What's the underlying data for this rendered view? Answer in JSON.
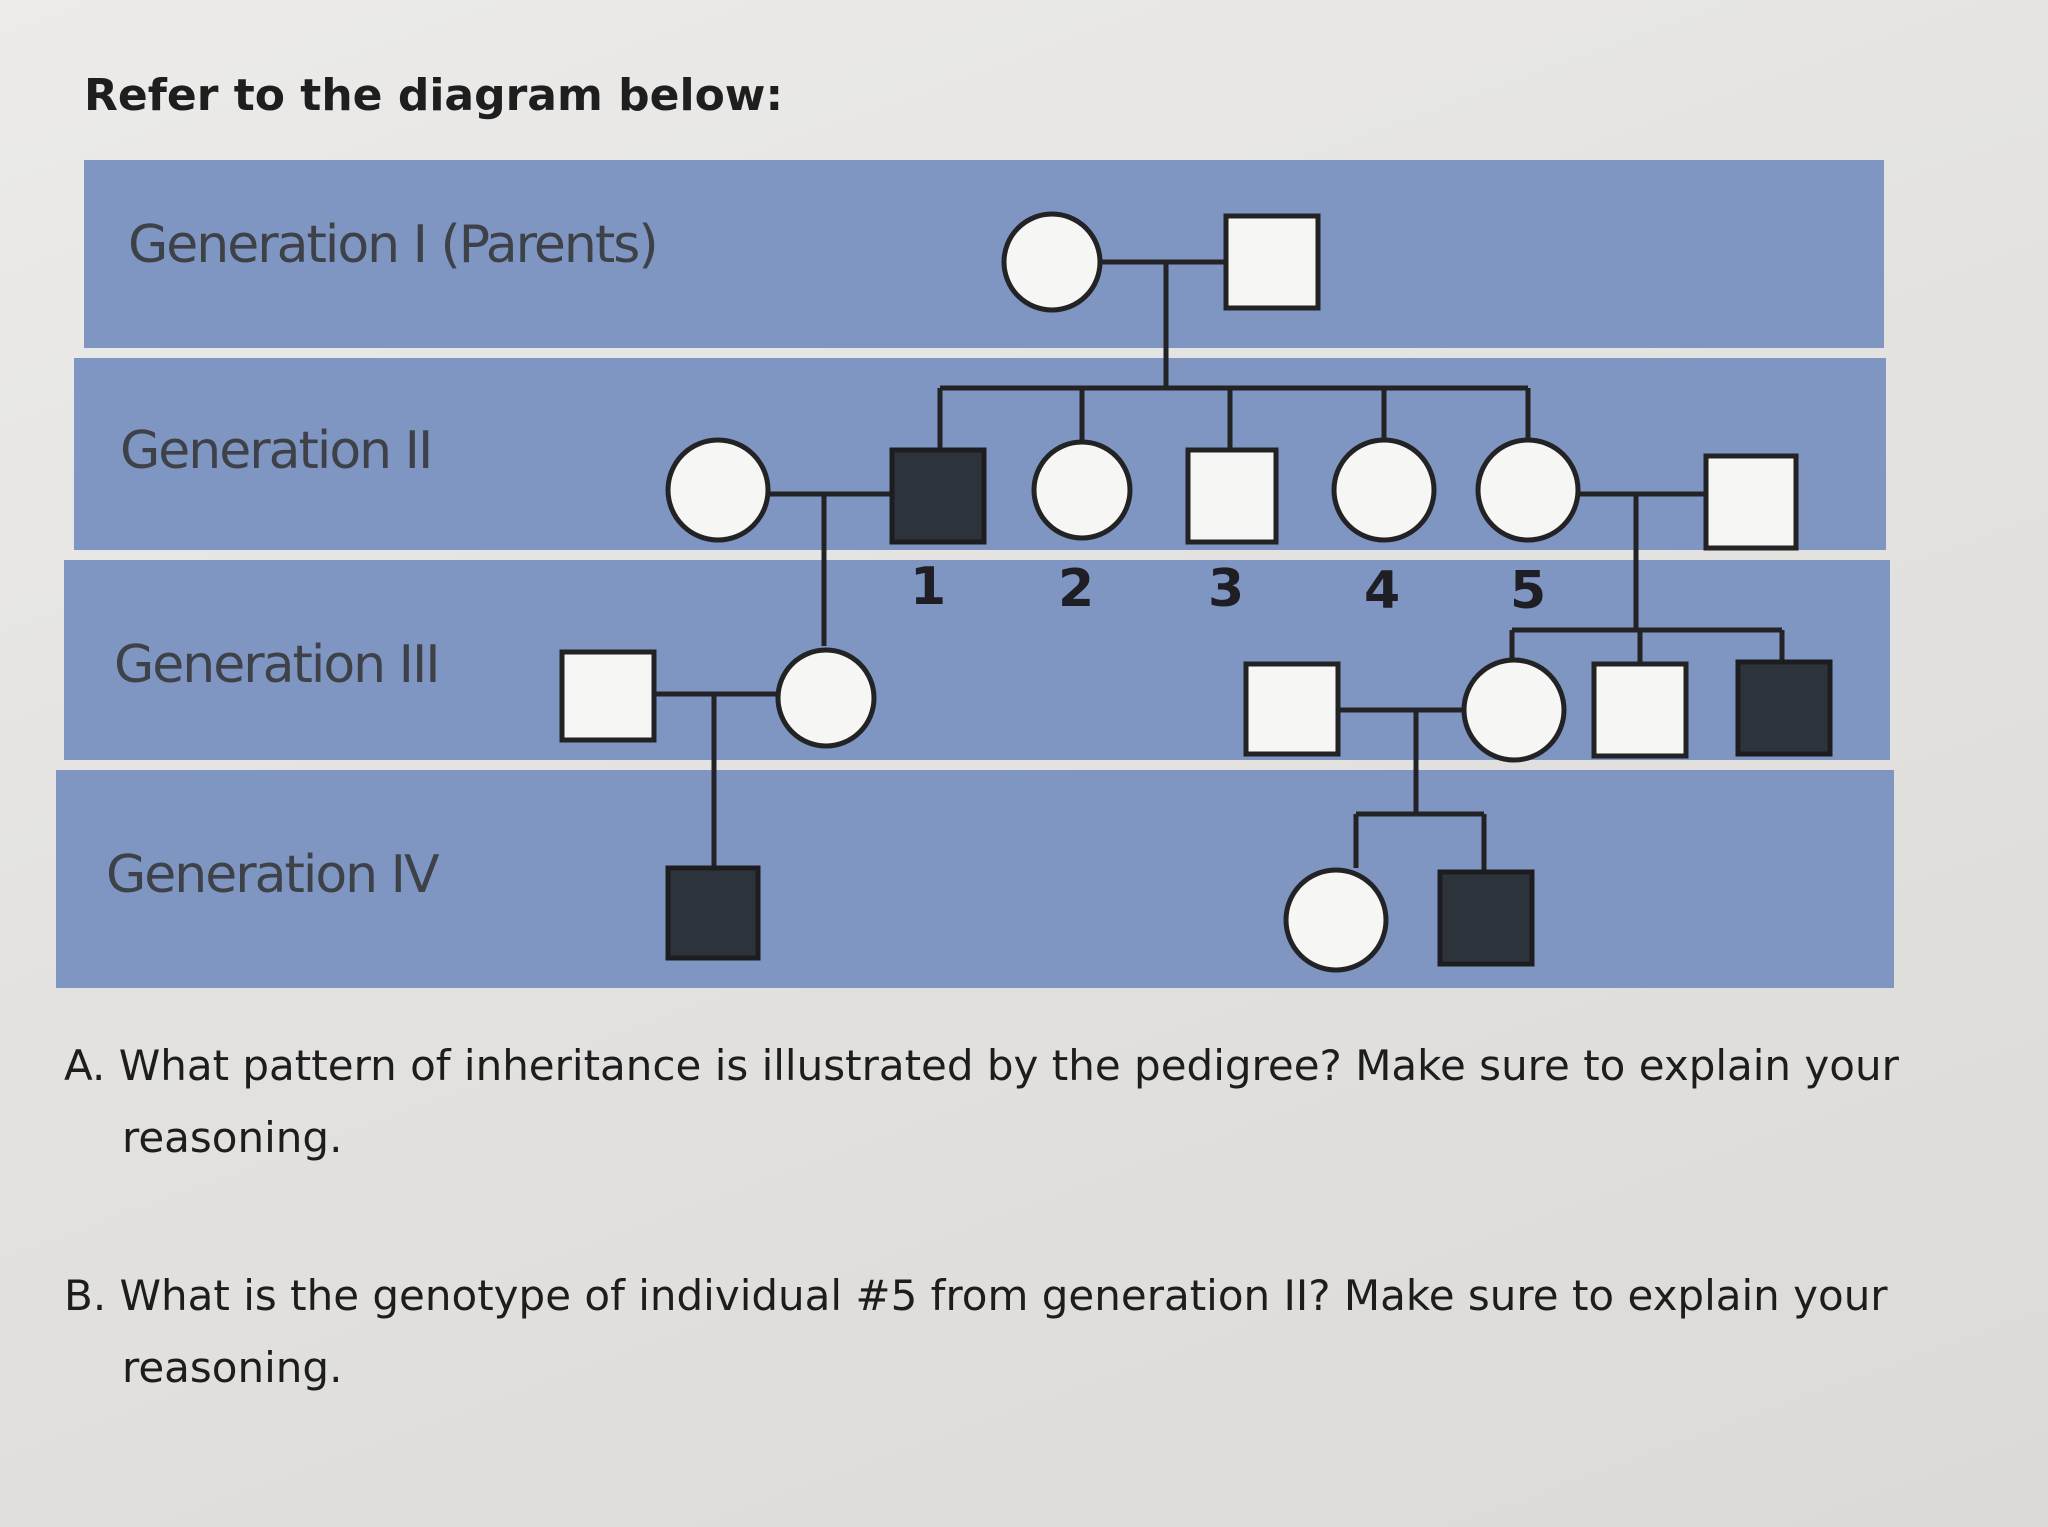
{
  "intro": "Refer to the diagram below:",
  "generations": [
    "Generation I (Parents)",
    "Generation II",
    "Generation III",
    "Generation IV"
  ],
  "individual_numbers": [
    "1",
    "2",
    "3",
    "4",
    "5"
  ],
  "pedigree": {
    "generation_1": [
      {
        "sex": "female",
        "affected": false
      },
      {
        "sex": "male",
        "affected": false
      }
    ],
    "generation_2": [
      {
        "sex": "female",
        "affected": false,
        "role": "spouse of #1"
      },
      {
        "number": "1",
        "sex": "male",
        "affected": true
      },
      {
        "number": "2",
        "sex": "female",
        "affected": false
      },
      {
        "number": "3",
        "sex": "male",
        "affected": false
      },
      {
        "number": "4",
        "sex": "female",
        "affected": false
      },
      {
        "number": "5",
        "sex": "female",
        "affected": false
      },
      {
        "sex": "male",
        "affected": false,
        "role": "spouse of #5"
      }
    ],
    "generation_3": [
      {
        "sex": "male",
        "affected": false,
        "role": "spouse"
      },
      {
        "sex": "female",
        "affected": false,
        "parents": "#1 and spouse"
      },
      {
        "sex": "male",
        "affected": false,
        "role": "spouse"
      },
      {
        "sex": "female",
        "affected": false,
        "parents": "#5 and spouse"
      },
      {
        "sex": "male",
        "affected": false,
        "parents": "#5 and spouse"
      },
      {
        "sex": "male",
        "affected": true,
        "parents": "#5 and spouse"
      }
    ],
    "generation_4": [
      {
        "sex": "male",
        "affected": true
      },
      {
        "sex": "female",
        "affected": false
      },
      {
        "sex": "male",
        "affected": true
      }
    ]
  },
  "colors": {
    "band": "#7f96c3",
    "band_separator": "#d5dcea",
    "affected": "#2d333b",
    "unaffected": "#f6f6f4"
  },
  "questions": [
    {
      "line1": "A. What pattern of inheritance is illustrated by the pedigree? Make sure to explain your",
      "line2": "reasoning."
    },
    {
      "line1": "B. What is the genotype of individual #5 from generation II? Make sure to explain your",
      "line2": "reasoning."
    }
  ]
}
